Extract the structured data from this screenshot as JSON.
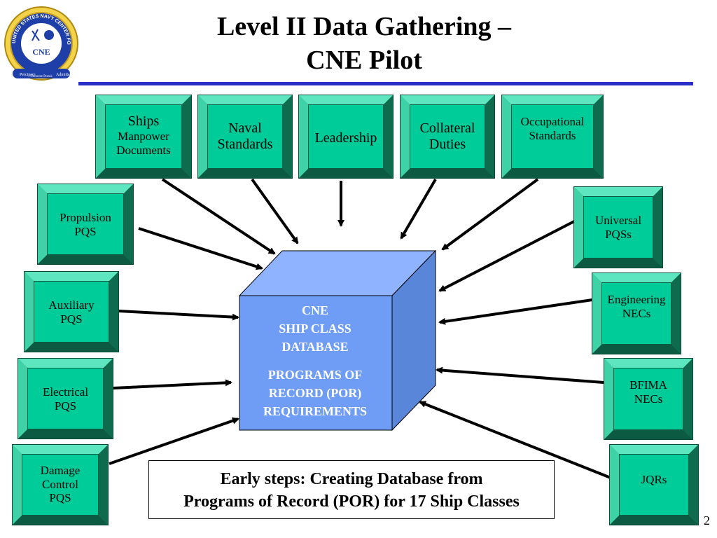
{
  "title": {
    "line1": "Level II Data Gathering –",
    "line2": "CNE Pilot"
  },
  "logo": {
    "ring_text": "UNITED STATES NAVY CENTER FOR NAVAL ENGINEERING",
    "center_text": "CNE",
    "motto_left": "Percipere",
    "motto_center": "Crescere Praxis",
    "motto_right": "Admitte"
  },
  "central_database": {
    "line1": "CNE",
    "line2": "SHIP CLASS",
    "line3": "DATABASE",
    "line4": "PROGRAMS OF",
    "line5": "RECORD (POR)",
    "line6": "REQUIREMENTS"
  },
  "sources": {
    "ships_manpower": [
      "Ships",
      "Manpower",
      "Documents"
    ],
    "naval_standards": [
      "Naval",
      "Standards"
    ],
    "leadership": [
      "Leadership"
    ],
    "collateral_duties": [
      "Collateral",
      "Duties"
    ],
    "occupational_standards": [
      "Occupational",
      "Standards"
    ],
    "propulsion_pqs": [
      "Propulsion",
      "PQS"
    ],
    "auxiliary_pqs": [
      "Auxiliary",
      "PQS"
    ],
    "electrical_pqs": [
      "Electrical",
      "PQS"
    ],
    "damage_control_pqs": [
      "Damage",
      "Control",
      "PQS"
    ],
    "universal_pqss": [
      "Universal",
      "PQSs"
    ],
    "engineering_necs": [
      "Engineering",
      "NECs"
    ],
    "bfima_necs": [
      "BFIMA",
      "NECs"
    ],
    "jqrs": [
      "JQRs"
    ]
  },
  "caption": {
    "line1": "Early steps: Creating Database from",
    "line2": "Programs of Record (POR) for 17 Ship Classes"
  },
  "page_number": "2",
  "colors": {
    "box_face": "#00cc99",
    "cube_front": "#6f9cf5",
    "title_rule": "#2a2ec8"
  }
}
